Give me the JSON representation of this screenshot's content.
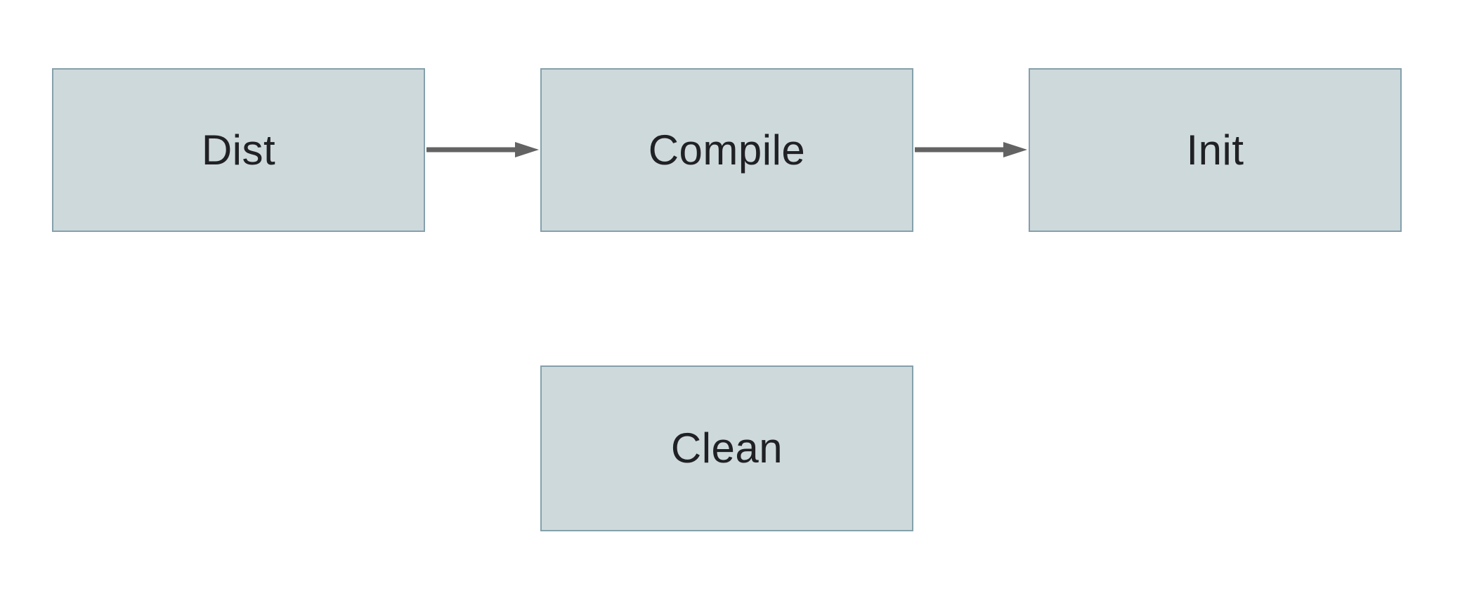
{
  "diagram": {
    "type": "flowchart",
    "nodes": [
      {
        "id": "dist",
        "label": "Dist"
      },
      {
        "id": "compile",
        "label": "Compile"
      },
      {
        "id": "init",
        "label": "Init"
      },
      {
        "id": "clean",
        "label": "Clean"
      }
    ],
    "edges": [
      {
        "from": "dist",
        "to": "compile",
        "style": "arrow-right"
      },
      {
        "from": "compile",
        "to": "init",
        "style": "arrow-right"
      }
    ],
    "colors": {
      "background": "#ffffff",
      "node_fill": "#ced9dc",
      "node_border": "#85a0ab",
      "arrow": "#636363",
      "text": "#202124"
    }
  }
}
